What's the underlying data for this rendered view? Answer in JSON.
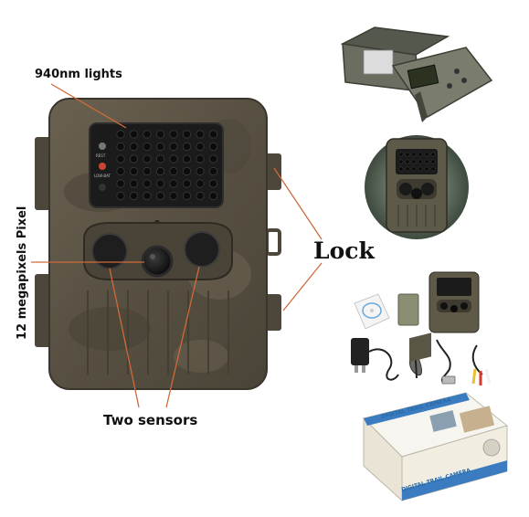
{
  "labels": {
    "lights": "940nm lights",
    "lock": "Lock",
    "sensors": "Two sensors",
    "pixel": "12 megapixels Pixel"
  },
  "camera_panel": {
    "reset": "REST",
    "low_bat": "LOW-BAT"
  },
  "box": {
    "title_top": "DIGITAL TRAIL CAMERA",
    "title_front": "DIGITAL TRAIL CAMERA"
  },
  "colors": {
    "camo_body": "#5c5446",
    "camo_dark": "#3e382e",
    "ir_panel": "#1b1b1b",
    "pointer_line": "#d06a3a",
    "box_blue": "#3b7cc1"
  },
  "icons": {
    "cd": "cd-disc-icon",
    "adapter": "power-adapter-icon",
    "usb": "usb-cable-icon",
    "av": "av-cable-icon",
    "strap": "strap-icon"
  }
}
